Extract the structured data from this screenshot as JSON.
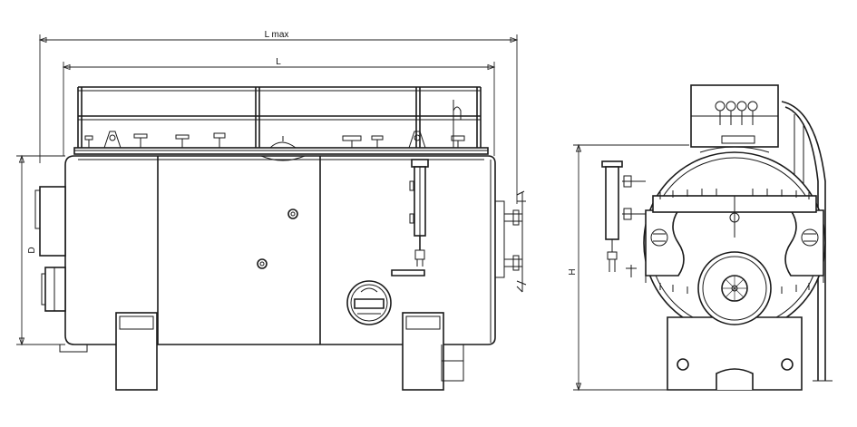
{
  "dimensions": {
    "overall_length_label": "L max",
    "length_label": "L",
    "diameter_label": "D",
    "height_label": "H"
  },
  "colors": {
    "line": "#1a1a1a",
    "background": "#ffffff"
  }
}
